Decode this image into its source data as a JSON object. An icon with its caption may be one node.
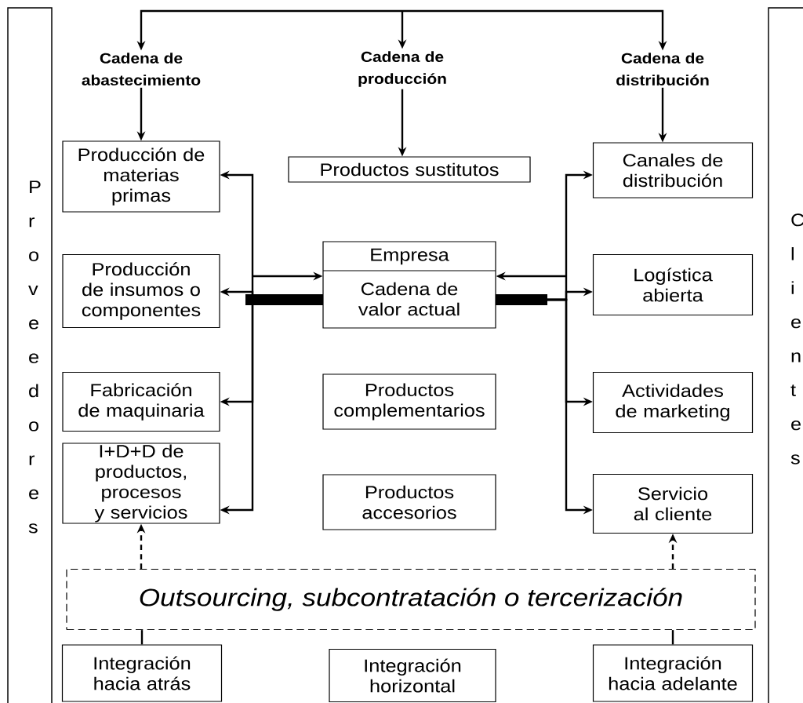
{
  "diagram": {
    "nodes": [
      {
        "text": [
          "Proveedores"
        ]
      },
      {
        "text": [
          "Clientes"
        ]
      },
      {
        "text": [
          "Cadena de abastecimiento"
        ]
      },
      {
        "text": [
          "Cadena de producción"
        ]
      },
      {
        "text": [
          "Cadena de distribución"
        ]
      },
      {
        "text": [
          "Producción de materias primas"
        ]
      },
      {
        "text": [
          "Productos sustitutos"
        ]
      },
      {
        "text": [
          "Canales de distribución"
        ]
      },
      {
        "text": [
          "Producción de insumos o componentes"
        ]
      },
      {
        "text": [
          "Empresa",
          "Cadena de valor actual"
        ]
      },
      {
        "text": [
          "Logística abierta"
        ]
      },
      {
        "text": [
          "Fabricación de maquinaria"
        ]
      },
      {
        "text": [
          "Productos complementarios"
        ]
      },
      {
        "text": [
          "Actividades de marketing"
        ]
      },
      {
        "text": [
          "I+D+D de productos, procesos y servicios"
        ]
      },
      {
        "text": [
          "Productos accesorios"
        ]
      },
      {
        "text": [
          "Servicio al cliente"
        ]
      },
      {
        "text": [
          "Outsourcing, subcontratación o tercerización"
        ]
      },
      {
        "text": [
          "Integración hacia atrás"
        ]
      },
      {
        "text": [
          "Integración horizontal"
        ]
      },
      {
        "text": [
          "Integración hacia adelante"
        ]
      }
    ],
    "edges": [
      {
        "from": null,
        "to": 2,
        "arrow": "to"
      },
      {
        "from": null,
        "to": 3,
        "arrow": "to"
      },
      {
        "from": null,
        "to": 4,
        "arrow": "to"
      },
      {
        "from": 2,
        "to": 5,
        "arrow": "to"
      },
      {
        "from": 3,
        "to": 6,
        "arrow": "to"
      },
      {
        "from": 4,
        "to": 7,
        "arrow": "to"
      },
      {
        "from": 9,
        "to": 5,
        "arrow": "to"
      },
      {
        "from": 9,
        "to": 8,
        "arrow": "to"
      },
      {
        "from": 9,
        "to": 11,
        "arrow": "to"
      },
      {
        "from": 9,
        "to": 14,
        "arrow": "to"
      },
      {
        "from": null,
        "to": 9,
        "arrow": "to"
      },
      {
        "from": 9,
        "to": 7,
        "arrow": "to"
      },
      {
        "from": 9,
        "to": 10,
        "arrow": "to"
      },
      {
        "from": 9,
        "to": 13,
        "arrow": "to"
      },
      {
        "from": 9,
        "to": 16,
        "arrow": "to"
      },
      {
        "from": null,
        "to": 9,
        "arrow": "to"
      },
      {
        "from": 17,
        "to": 14,
        "arrow": "to",
        "style": "dashed"
      },
      {
        "from": 17,
        "to": 16,
        "arrow": "to",
        "style": "dashed"
      },
      {
        "from": 18,
        "to": 17,
        "arrow": "none"
      },
      {
        "from": 20,
        "to": 17,
        "arrow": "none"
      }
    ]
  }
}
